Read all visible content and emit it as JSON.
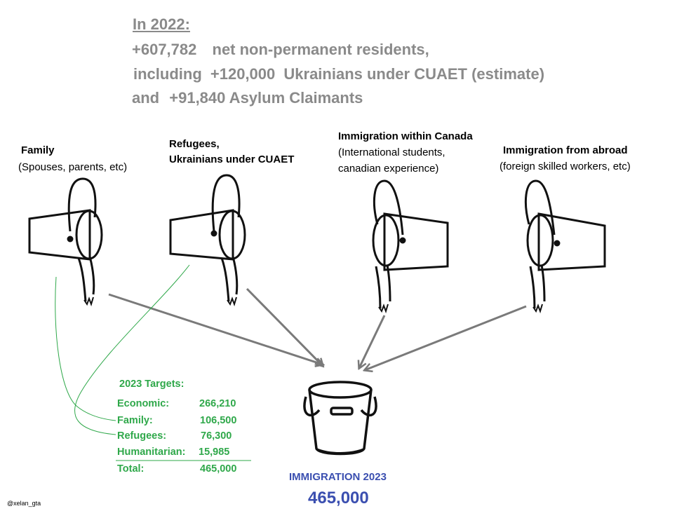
{
  "header": {
    "title": "In 2022:",
    "line1_value": "+607,782",
    "line1_text": "net non-permanent residents,",
    "line2_prefix": "including",
    "line2_value": "+120,000",
    "line2_text": "Ukrainians  under CUAET (estimate)",
    "line3_prefix": "and",
    "line3_value": "+91,840 Asylum Claimants"
  },
  "sources": [
    {
      "title": "Family",
      "subtitle": "(Spouses, parents, etc)"
    },
    {
      "title": "Refugees,",
      "title2": "Ukrainians under CUAET"
    },
    {
      "title": "Immigration within Canada",
      "subtitle": "(International students,",
      "subtitle2": "canadian experience)"
    },
    {
      "title": "Immigration from abroad",
      "subtitle": "(foreign skilled workers, etc)"
    }
  ],
  "targets": {
    "title": "2023 Targets:",
    "rows": [
      {
        "label": "Economic:",
        "value": "266,210"
      },
      {
        "label": "Family:",
        "value": "106,500"
      },
      {
        "label": "Refugees:",
        "value": "76,300"
      },
      {
        "label": "Humanitarian:",
        "value": "15,985"
      }
    ],
    "total_label": "Total:",
    "total_value": "465,000"
  },
  "result": {
    "label": "IMMIGRATION 2023",
    "total": "465,000"
  },
  "credit": "@xelan_gta",
  "colors": {
    "header_gray": "#8a8a8a",
    "targets_green": "#2fa84a",
    "result_blue": "#3b4fb0",
    "arrow_gray": "#7a7a7a"
  }
}
